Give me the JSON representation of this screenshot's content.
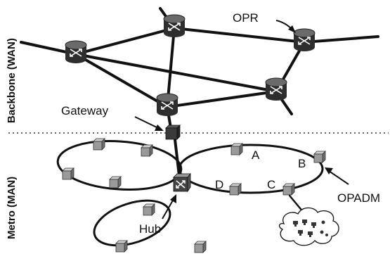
{
  "labels": {
    "backbone": "Backbone (WAN)",
    "metro": "Metro (MAN)",
    "opr": "OPR",
    "gateway": "Gateway",
    "hub": "Hub",
    "opadm": "OPADM",
    "node_a": "A",
    "node_b": "B",
    "node_c": "C",
    "node_d": "D"
  },
  "icons": {
    "router": "router-icon",
    "gateway": "gateway-switch-icon",
    "adm": "adm-node-icon",
    "lan": "lan-cloud-icon"
  },
  "colors": {
    "router_top": "#6a6a6a",
    "router_body": "#2e2e2e",
    "adm_front": "#9a9a9a",
    "adm_top": "#cfcfcf",
    "line": "#111111"
  }
}
